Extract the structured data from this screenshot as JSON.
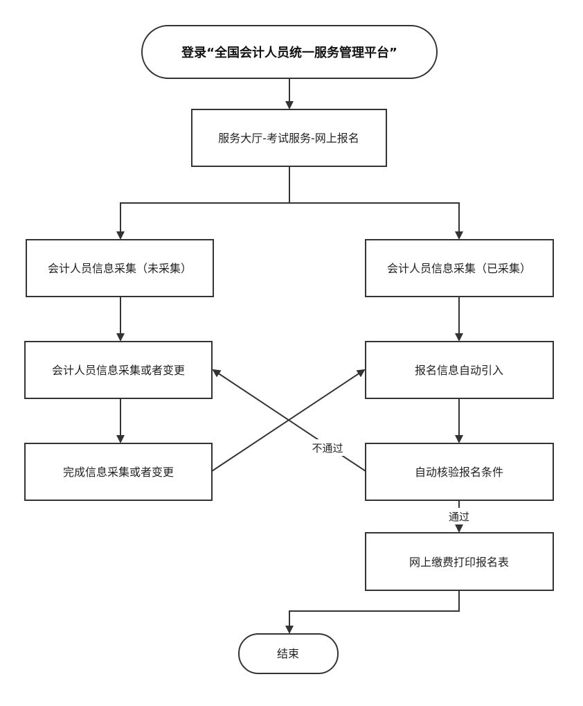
{
  "nodes": {
    "start": "登录“全国会计人员统一服务管理平台”",
    "hall": "服务大厅-考试服务-网上报名",
    "not_collected": "会计人员信息采集（未采集）",
    "collected": "会计人员信息采集（已采集）",
    "collect_or_change": "会计人员信息采集或者变更",
    "auto_import": "报名信息自动引入",
    "complete_collect": "完成信息采集或者变更",
    "auto_verify": "自动核验报名条件",
    "pay_print": "网上缴费打印报名表",
    "end": "结束"
  },
  "edges": {
    "fail": "不通过",
    "pass": "通过"
  }
}
